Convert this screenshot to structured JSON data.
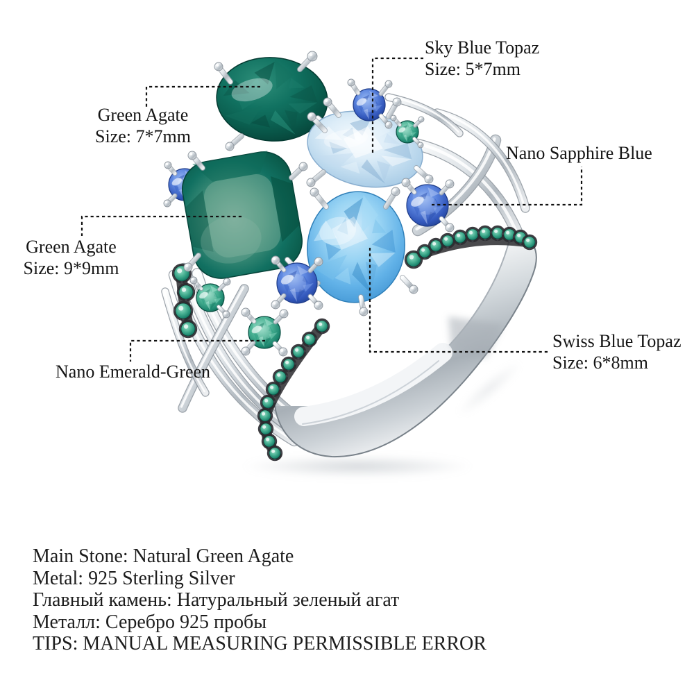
{
  "annotations": {
    "sky_blue_topaz": {
      "name": "Sky Blue Topaz",
      "size": "Size: 5*7mm"
    },
    "green_agate_small": {
      "name": "Green Agate",
      "size": "Size: 7*7mm"
    },
    "nano_sapphire_blue": {
      "name": "Nano Sapphire Blue"
    },
    "green_agate_large": {
      "name": "Green Agate",
      "size": "Size: 9*9mm"
    },
    "swiss_blue_topaz": {
      "name": "Swiss Blue Topaz",
      "size": "Size: 6*8mm"
    },
    "nano_emerald_green": {
      "name": "Nano Emerald-Green"
    }
  },
  "footer": {
    "lines": [
      "Main Stone: Natural Green Agate",
      "Metal: 925 Sterling Silver",
      "Главный камень: Натуральный зеленый агат",
      "Металл: Серебро 925 пробы",
      "TIPS: MANUAL MEASURING PERMISSIBLE ERROR"
    ]
  },
  "colors": {
    "green_agate": "#0b6354",
    "sky_blue_topaz": "#c3def1",
    "swiss_blue_topaz": "#5cb0e6",
    "nano_sapphire_blue": "#4a7fd8",
    "nano_emerald_green": "#2f9e85",
    "silver_metal": "#d6dbe0",
    "leader_line": "#111111",
    "label_text": "#151515"
  }
}
